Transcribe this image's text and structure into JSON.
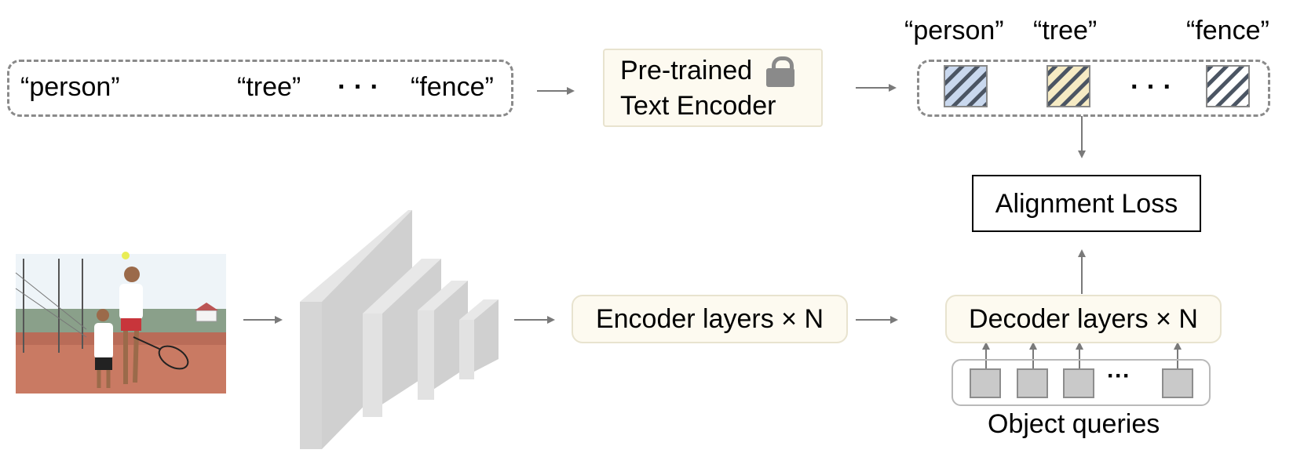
{
  "text_prompts": {
    "person": "“person”",
    "tree": "“tree”",
    "ellipsis": "· · ·",
    "fence": "“fence”"
  },
  "text_encoder": {
    "line1": "Pre-trained",
    "line2": "Text Encoder",
    "lock_icon": "lock-icon"
  },
  "embeddings": {
    "person": "“person”",
    "tree": "“tree”",
    "fence": "“fence”",
    "ellipsis": "· · ·",
    "colors": {
      "person": "#c9d8ee",
      "tree": "#f6ebc4",
      "fence": "#ffffff",
      "stripe": "#4b5563"
    }
  },
  "alignment_loss": {
    "label": "Alignment Loss"
  },
  "encoder": {
    "label": "Encoder layers × N"
  },
  "decoder": {
    "label": "Decoder layers × N"
  },
  "queries": {
    "label": "Object queries",
    "ellipsis": "···"
  },
  "image": {
    "description_icon": "tennis-photo-icon"
  }
}
